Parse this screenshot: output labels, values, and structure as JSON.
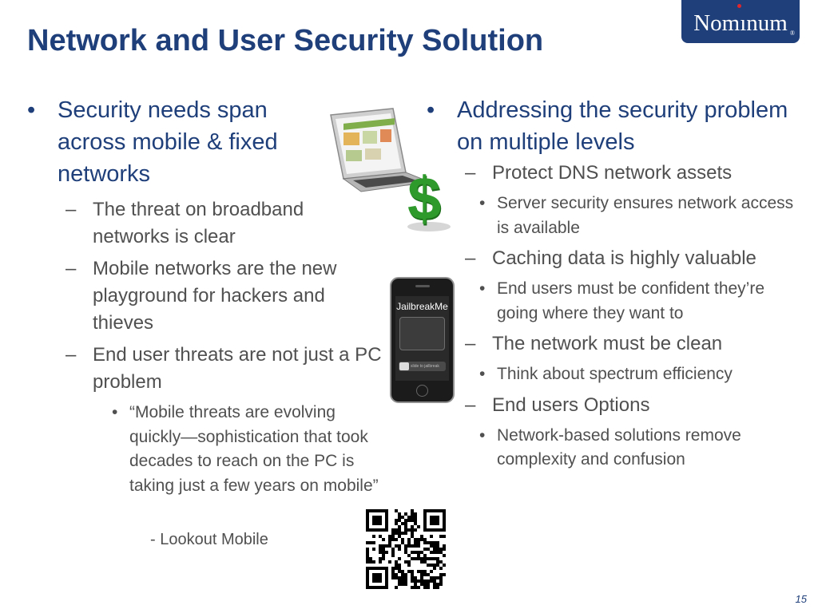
{
  "slide": {
    "title": "Network and User Security Solution",
    "page_number": "15"
  },
  "logo": {
    "text": "Nomınum"
  },
  "left_column": {
    "b1": "Security needs span across mobile & fixed networks",
    "b1_s1": "The threat on broadband networks is clear",
    "b1_s2": "Mobile networks are the new playground for hackers and thieves",
    "b1_s3": "End user threats are not just a PC problem",
    "b1_s3_q": "“Mobile threats are evolving quickly—sophistication that took decades to reach on the PC is taking just a few years on mobile”",
    "attribution": "- Lookout Mobile"
  },
  "right_column": {
    "b1": "Addressing the security problem on multiple levels",
    "s1": "Protect DNS network assets",
    "s1_1": "Server security ensures network access is available",
    "s2": "Caching data is highly valuable",
    "s2_1": "End users must be confident they’re going where they want to",
    "s3": "The network must be clean",
    "s3_1": "Think about spectrum efficiency",
    "s4": "End users Options",
    "s4_1": "Network-based solutions remove complexity and confusion"
  },
  "images": {
    "dollar_symbol": "$",
    "phone_app_title": "JailbreakMe",
    "phone_slider_text": "slide to jailbreak"
  },
  "colors": {
    "title": "#1f3f7a",
    "text": "#505050",
    "logo_bg": "#1f3f7a",
    "dollar": "#2f9a2c"
  }
}
